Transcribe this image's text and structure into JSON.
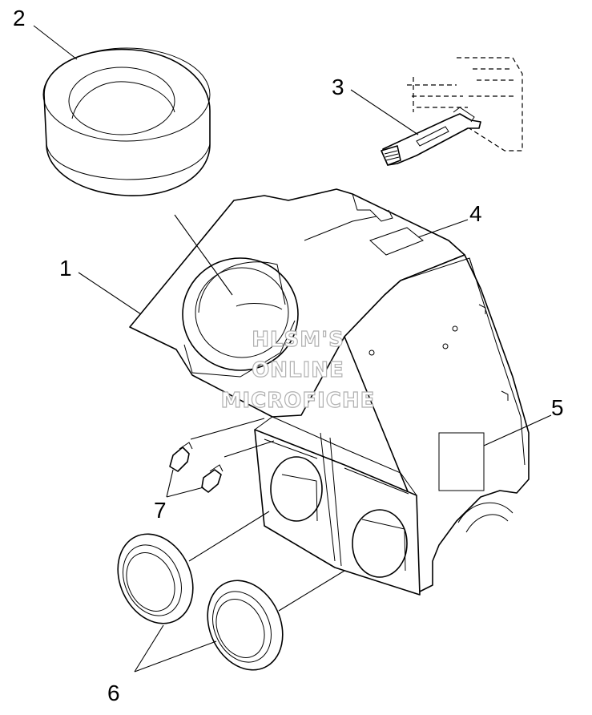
{
  "callouts": {
    "c1": "1",
    "c2": "2",
    "c3": "3",
    "c4": "4",
    "c5": "5",
    "c6": "6",
    "c7": "7"
  },
  "watermark": {
    "line1": "HLSM'S",
    "line2": "ONLINE",
    "line3": "MICROFICHE"
  }
}
